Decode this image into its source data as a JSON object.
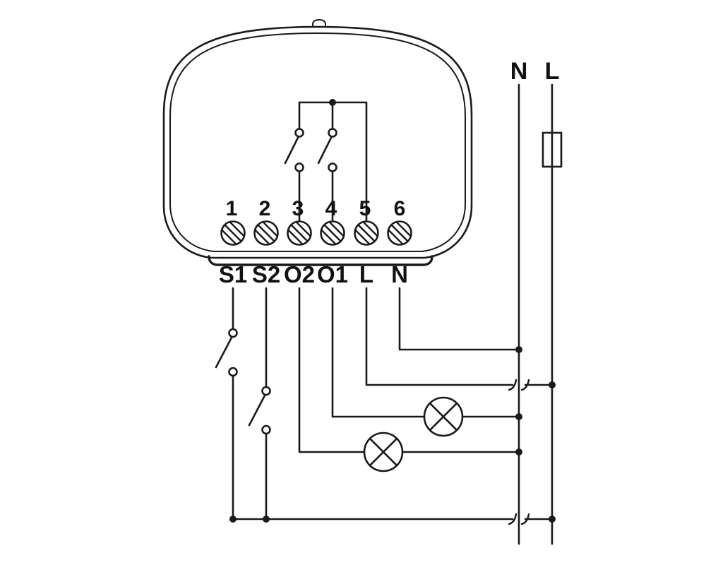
{
  "device": {
    "terminal_numbers": [
      "1",
      "2",
      "3",
      "4",
      "5",
      "6"
    ],
    "terminal_labels": [
      "S1",
      "S2",
      "O2",
      "O1",
      "L",
      "N"
    ]
  },
  "mains": {
    "neutral_label": "N",
    "line_label": "L"
  },
  "colors": {
    "line": "#1a1a1a",
    "background": "#ffffff"
  }
}
